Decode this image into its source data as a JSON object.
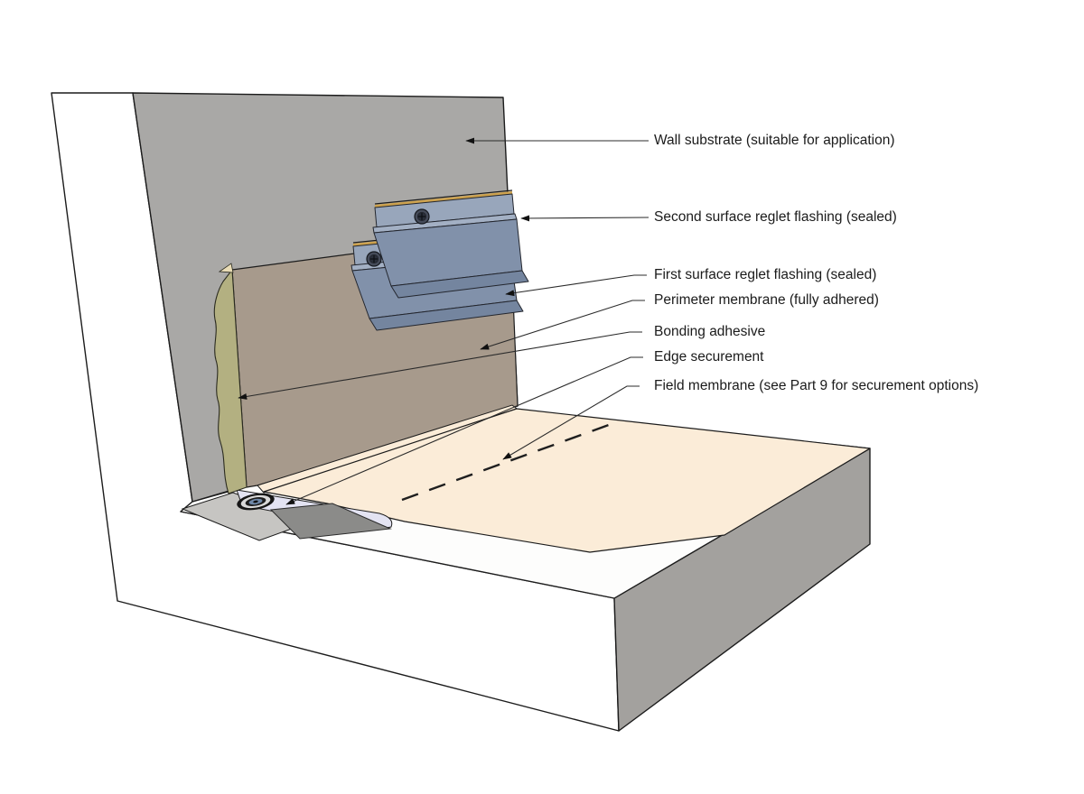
{
  "figure": {
    "type": "construction-detail-diagram",
    "description": "Isometric wall-to-deck waterproofing termination detail with reglet flashings",
    "labels": [
      {
        "id": "wall-substrate",
        "text": "Wall substrate (suitable for application)"
      },
      {
        "id": "second-surface-reglet",
        "text": "Second surface reglet flashing (sealed)"
      },
      {
        "id": "first-surface-reglet",
        "text": "First surface reglet flashing (sealed)"
      },
      {
        "id": "perimeter-membrane",
        "text": "Perimeter membrane (fully adhered)"
      },
      {
        "id": "bonding-adhesive",
        "text": "Bonding adhesive"
      },
      {
        "id": "edge-securement",
        "text": "Edge securement"
      },
      {
        "id": "field-membrane",
        "text": "Field membrane (see Part 9 for securement options)"
      }
    ],
    "colors": {
      "wall_substrate": "#a9a8a6",
      "perimeter_membrane_wall": "#a79a8c",
      "bonding_adhesive_green": "#b3b081",
      "field_membrane_tan": "#fbecd8",
      "reglet_face": "#8191aa",
      "reglet_light": "#98a6bb",
      "reglet_kick": "#a3b0c4",
      "reglet_drip": "#74859f",
      "sealant_gold": "#cda24e",
      "sealant_cream": "#e9dcb6",
      "deck_side_gray": "#a3a19e",
      "deck_top_white": "#fdfdfc",
      "section_white": "#ffffff",
      "corner_gray": "#c6c5c2",
      "edge_strip_lavender": "#e3e3f2",
      "adhesive_patch_gray": "#8b8b89",
      "outline": "#1c1c1c"
    }
  }
}
